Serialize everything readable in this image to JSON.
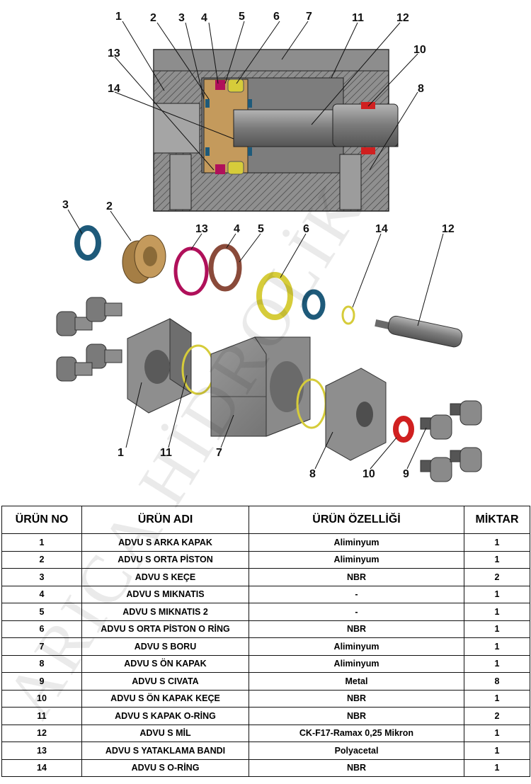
{
  "watermark": "ARICA HİDROLİK",
  "callouts": {
    "section": [
      "1",
      "2",
      "3",
      "4",
      "5",
      "6",
      "7",
      "11",
      "12",
      "13",
      "14",
      "10",
      "8"
    ],
    "exploded": [
      "3",
      "2",
      "13",
      "4",
      "5",
      "6",
      "14",
      "12",
      "1",
      "11",
      "7",
      "8",
      "10",
      "9"
    ]
  },
  "table": {
    "headers": [
      "ÜRÜN NO",
      "ÜRÜN ADI",
      "ÜRÜN ÖZELLİĞİ",
      "MİKTAR"
    ],
    "rows": [
      {
        "no": "1",
        "name": "ADVU S ARKA KAPAK",
        "spec": "Aliminyum",
        "qty": "1"
      },
      {
        "no": "2",
        "name": "ADVU S ORTA PİSTON",
        "spec": "Aliminyum",
        "qty": "1"
      },
      {
        "no": "3",
        "name": "ADVU S KEÇE",
        "spec": "NBR",
        "qty": "2"
      },
      {
        "no": "4",
        "name": "ADVU S MIKNATIS",
        "spec": "-",
        "qty": "1"
      },
      {
        "no": "5",
        "name": "ADVU S MIKNATIS 2",
        "spec": "-",
        "qty": "1"
      },
      {
        "no": "6",
        "name": "ADVU S ORTA PİSTON O RİNG",
        "spec": "NBR",
        "qty": "1"
      },
      {
        "no": "7",
        "name": "ADVU S BORU",
        "spec": "Aliminyum",
        "qty": "1"
      },
      {
        "no": "8",
        "name": "ADVU S ÖN KAPAK",
        "spec": "Aliminyum",
        "qty": "1"
      },
      {
        "no": "9",
        "name": "ADVU S CIVATA",
        "spec": "Metal",
        "qty": "8"
      },
      {
        "no": "10",
        "name": "ADVU S ÖN KAPAK KEÇE",
        "spec": "NBR",
        "qty": "1"
      },
      {
        "no": "11",
        "name": "ADVU S KAPAK O-RİNG",
        "spec": "NBR",
        "qty": "2"
      },
      {
        "no": "12",
        "name": "ADVU S MİL",
        "spec": "CK-F17-Ramax 0,25 Mikron",
        "qty": "1"
      },
      {
        "no": "13",
        "name": "ADVU S  YATAKLAMA BANDI",
        "spec": "Polyacetal",
        "qty": "1"
      },
      {
        "no": "14",
        "name": "ADVU S  O-RİNG",
        "spec": "NBR",
        "qty": "1"
      }
    ]
  },
  "colors": {
    "steel": "#8c8c8c",
    "steel_dark": "#5e5e5e",
    "bronze": "#c49a5c",
    "magenta": "#b0105a",
    "brown": "#8a4a3a",
    "yellow": "#d6cc3a",
    "blue": "#1e5a7a",
    "red": "#d02020"
  }
}
